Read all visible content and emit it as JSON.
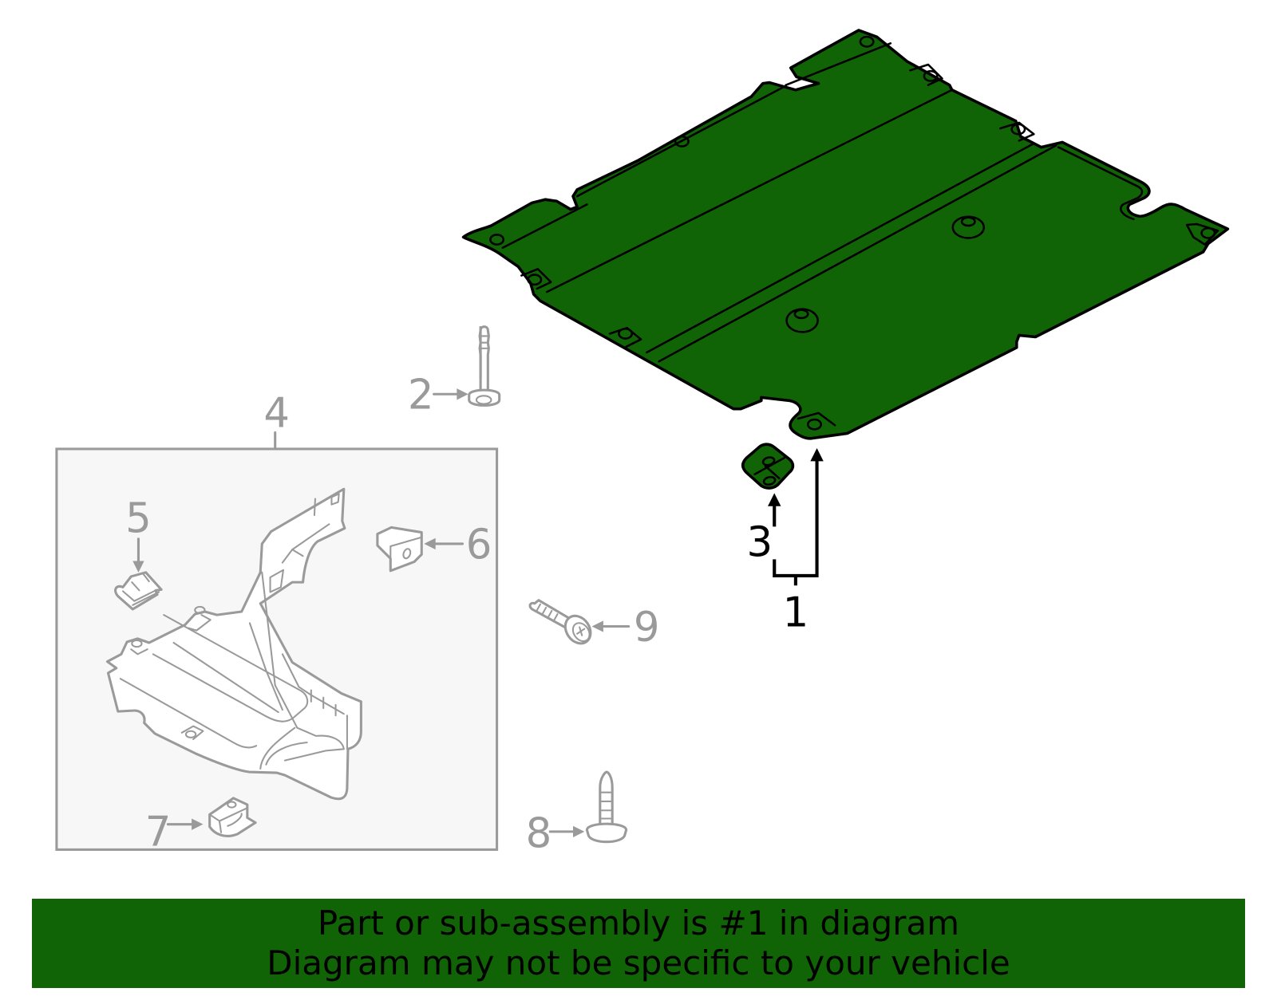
{
  "diagram": {
    "highlight_color": "#116406",
    "callout_color": "#9a9a9a",
    "box_fill": "#f7f7f7",
    "callouts": {
      "c1": "1",
      "c2": "2",
      "c3": "3",
      "c4": "4",
      "c5": "5",
      "c6": "6",
      "c7": "7",
      "c8": "8",
      "c9": "9"
    },
    "parts": [
      {
        "callout": "1",
        "name": "splash-shield-assembly",
        "highlighted": true
      },
      {
        "callout": "2",
        "name": "bolt"
      },
      {
        "callout": "3",
        "name": "shield-bracket",
        "highlighted": true
      },
      {
        "callout": "4",
        "name": "inner-fender-liner-assembly"
      },
      {
        "callout": "5",
        "name": "clip-nut"
      },
      {
        "callout": "6",
        "name": "u-nut"
      },
      {
        "callout": "7",
        "name": "u-nut"
      },
      {
        "callout": "8",
        "name": "screw"
      },
      {
        "callout": "9",
        "name": "screw"
      }
    ]
  },
  "banner": {
    "color": "#116406",
    "line1": "Part or sub-assembly is #1 in diagram",
    "line2": "Diagram may not be specific to your vehicle"
  }
}
